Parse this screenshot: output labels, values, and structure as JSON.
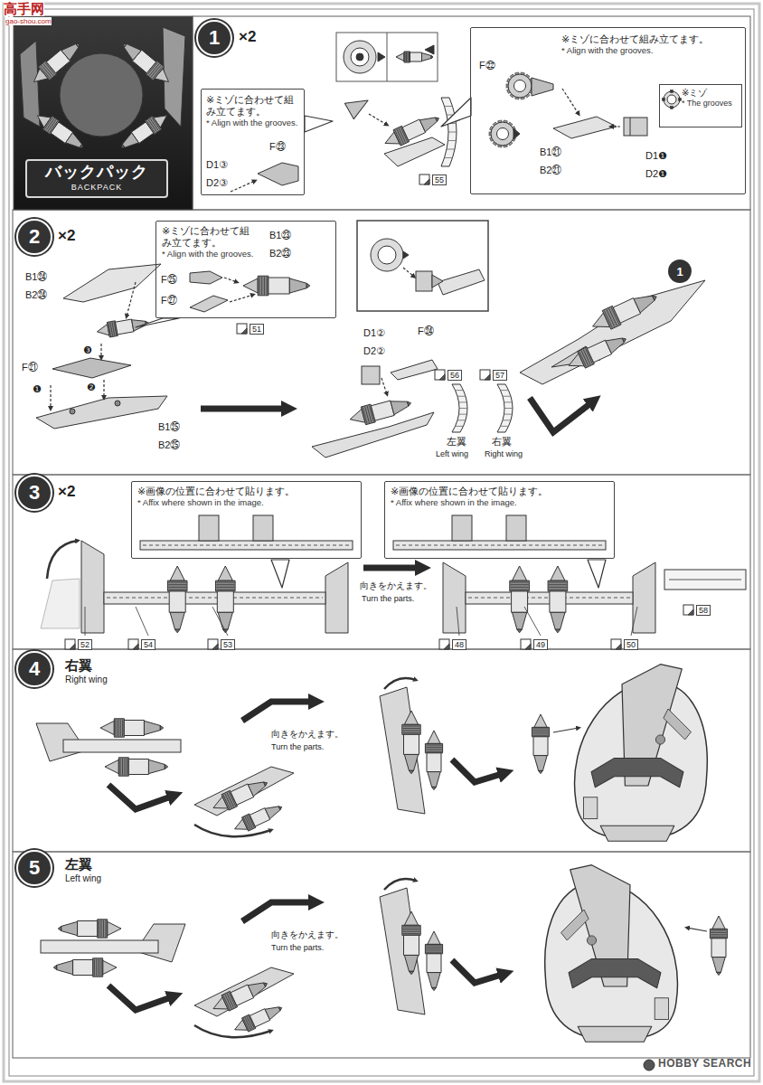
{
  "diagram": {
    "nodes": [
      {
        "text": [
          "バックパック",
          "BACKPACK"
        ]
      },
      {
        "text": [
          "1"
        ]
      },
      {
        "text": [
          "※ミゾに合わせて組み立てます。",
          "* Align with the grooves."
        ]
      },
      {
        "text": [
          "※ミゾに合わせて組み立てます。",
          "* Align with the grooves."
        ]
      },
      {
        "text": [
          "※ミゾ",
          "* The grooves"
        ],
        "in": 3
      },
      {
        "text": [
          "2"
        ]
      },
      {
        "text": [
          "※ミゾに合わせて組み立てます。",
          "* Align with the grooves."
        ]
      },
      {
        "text": [
          "1"
        ]
      },
      {
        "text": [
          "3"
        ]
      },
      {
        "text": [
          "※画像の位置に合わせて貼ります。",
          "* Affix where shown in the image."
        ]
      },
      {
        "text": [
          "※画像の位置に合わせて貼ります。",
          "* Affix where shown in the image."
        ]
      },
      {
        "text": [
          "4"
        ]
      },
      {
        "text": [
          "5"
        ]
      }
    ],
    "labels": [
      "高手网",
      "gao-shou.com",
      "×2",
      "F㉓",
      "D1③",
      "D2③",
      "55",
      "F㉒",
      "B1㉑",
      "B2㉑",
      "D1❶",
      "D2❶",
      "×2",
      "F㉕",
      "B1㉓",
      "B2㉓",
      "F㉗",
      "51",
      "B1㉔",
      "B2㉔",
      "❸",
      "❷",
      "❶",
      "F㉑",
      "B1㉕",
      "B2㉕",
      "D1②",
      "D2②",
      "F㉔",
      "56",
      "57",
      "左翼",
      "Left wing",
      "右翼",
      "Right wing",
      "×2",
      "52",
      "54",
      "53",
      "向きをかえます。",
      "Turn the parts.",
      "58",
      "48",
      "49",
      "50",
      "右翼",
      "Right wing",
      "向きをかえます。",
      "Turn the parts.",
      "左翼",
      "Left wing",
      "向きをかえます。",
      "Turn the parts.",
      "HOBBY SEARCH"
    ]
  }
}
